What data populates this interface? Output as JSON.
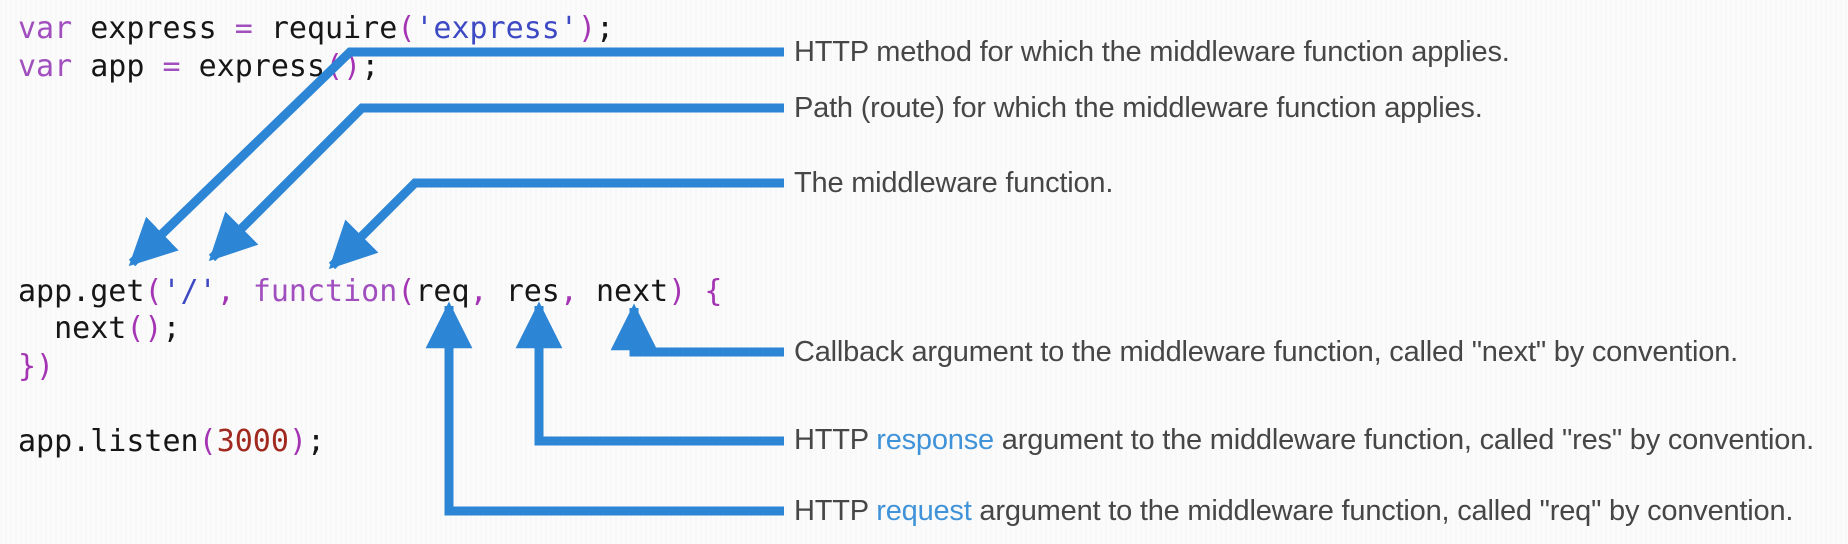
{
  "colors": {
    "arrow": "#2d85d6",
    "note_text": "#464646",
    "link": "#4093d8",
    "kw": "#a14fbe",
    "punct": "#a434b4",
    "str": "#3e49c4",
    "num": "#a12a20",
    "plain": "#161616"
  },
  "code": {
    "lines": [
      [
        {
          "t": "var",
          "c": "kw"
        },
        {
          "t": " express ",
          "c": "plain"
        },
        {
          "t": "=",
          "c": "kw"
        },
        {
          "t": " require",
          "c": "plain"
        },
        {
          "t": "(",
          "c": "punct"
        },
        {
          "t": "'express'",
          "c": "str"
        },
        {
          "t": ")",
          "c": "punct"
        },
        {
          "t": ";",
          "c": "plain"
        }
      ],
      [
        {
          "t": "var",
          "c": "kw"
        },
        {
          "t": " app ",
          "c": "plain"
        },
        {
          "t": "=",
          "c": "kw"
        },
        {
          "t": " express",
          "c": "plain"
        },
        {
          "t": "()",
          "c": "punct"
        },
        {
          "t": ";",
          "c": "plain"
        }
      ],
      [],
      [],
      [],
      [],
      [],
      [
        {
          "t": "app.get",
          "c": "plain"
        },
        {
          "t": "(",
          "c": "punct"
        },
        {
          "t": "'/'",
          "c": "str"
        },
        {
          "t": ",",
          "c": "punct"
        },
        {
          "t": " ",
          "c": "plain"
        },
        {
          "t": "function",
          "c": "kw"
        },
        {
          "t": "(",
          "c": "punct"
        },
        {
          "t": "req",
          "c": "plain"
        },
        {
          "t": ", ",
          "c": "punct"
        },
        {
          "t": "res",
          "c": "plain"
        },
        {
          "t": ", ",
          "c": "punct"
        },
        {
          "t": "next",
          "c": "plain"
        },
        {
          "t": ") {",
          "c": "punct"
        }
      ],
      [
        {
          "t": "  next",
          "c": "plain"
        },
        {
          "t": "()",
          "c": "punct"
        },
        {
          "t": ";",
          "c": "plain"
        }
      ],
      [
        {
          "t": "})",
          "c": "punct"
        }
      ],
      [],
      [
        {
          "t": "app.listen",
          "c": "plain"
        },
        {
          "t": "(",
          "c": "punct"
        },
        {
          "t": "3000",
          "c": "num"
        },
        {
          "t": ")",
          "c": "punct"
        },
        {
          "t": ";",
          "c": "plain"
        }
      ]
    ]
  },
  "annotations": [
    {
      "id": "http-method",
      "text": "HTTP method for which the middleware function applies."
    },
    {
      "id": "path-route",
      "text": "Path (route) for which the middleware function applies."
    },
    {
      "id": "middleware-function",
      "text": "The middleware function."
    },
    {
      "id": "next-callback",
      "text": "Callback argument to the middleware function, called \"next\" by convention."
    },
    {
      "id": "res-argument",
      "prefix": "HTTP ",
      "link": "response",
      "suffix": " argument to the middleware function, called \"res\" by convention."
    },
    {
      "id": "req-argument",
      "prefix": "HTTP ",
      "link": "request",
      "suffix": " argument to the middleware function, called \"req\" by convention."
    }
  ]
}
